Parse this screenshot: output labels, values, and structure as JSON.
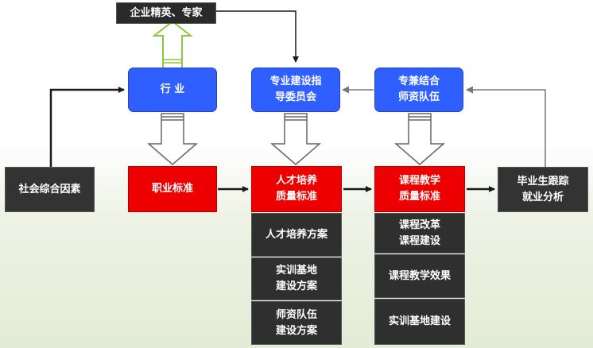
{
  "top_label": "企业精英、专家",
  "industry": [
    "行  业"
  ],
  "committee": [
    "专业建设指",
    "导委员会"
  ],
  "faculty_team": [
    "专兼结合",
    "师资队伍"
  ],
  "social_factors": [
    "社会综合因素"
  ],
  "vocational_standard": [
    "职业标准"
  ],
  "talent_standard": [
    "人才培养",
    "质量标准"
  ],
  "course_standard": [
    "课程教学",
    "质量标准"
  ],
  "graduate_analysis": [
    "毕业生跟踪",
    "就业分析"
  ],
  "talent_column": [
    [
      "人才培养方案"
    ],
    [
      "实训基地",
      "建设方案"
    ],
    [
      "师资队伍",
      "建设方案"
    ]
  ],
  "course_column": [
    [
      "课程改革",
      "课程建设"
    ],
    [
      "课程教学效果"
    ],
    [
      "实训基地建设"
    ]
  ]
}
